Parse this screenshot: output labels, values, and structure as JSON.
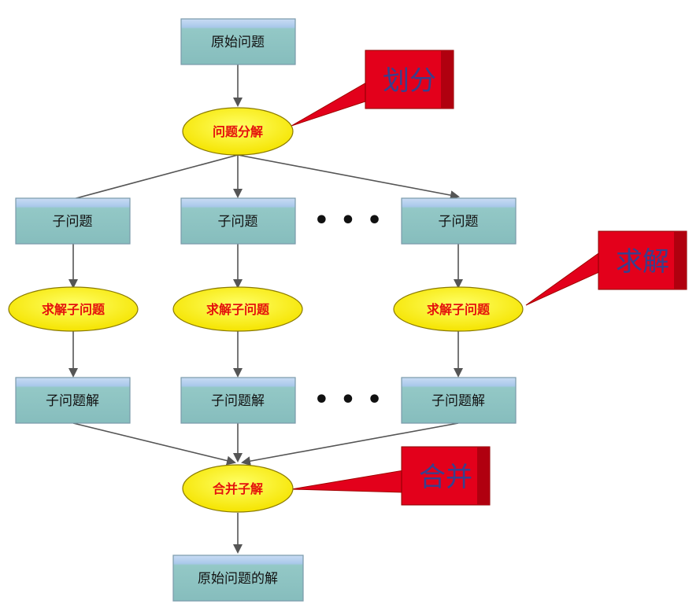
{
  "colors": {
    "box_top": "#bcd3ee",
    "box_bottom": "#88c0c0",
    "box_border": "#7a9aaa",
    "ellipse_fill": "#fff200",
    "ellipse_border": "#8a7a00",
    "ellipse_text": "#e4110c",
    "callout_fill": "#e3001b",
    "callout_text": "#3a3f8c",
    "arrow": "#555555"
  },
  "nodes": {
    "original_problem": "原始问题",
    "decompose": "问题分解",
    "subproblem_1": "子问题",
    "subproblem_2": "子问题",
    "subproblem_3": "子问题",
    "solve_1": "求解子问题",
    "solve_2": "求解子问题",
    "solve_3": "求解子问题",
    "subsolution_1": "子问题解",
    "subsolution_2": "子问题解",
    "subsolution_3": "子问题解",
    "merge": "合并子解",
    "final_solution": "原始问题的解"
  },
  "ellipsis": {
    "row_subproblems": "• • •",
    "row_subsolutions": "• • •"
  },
  "callouts": {
    "divide": "划分",
    "solve": "求解",
    "merge": "合并"
  }
}
